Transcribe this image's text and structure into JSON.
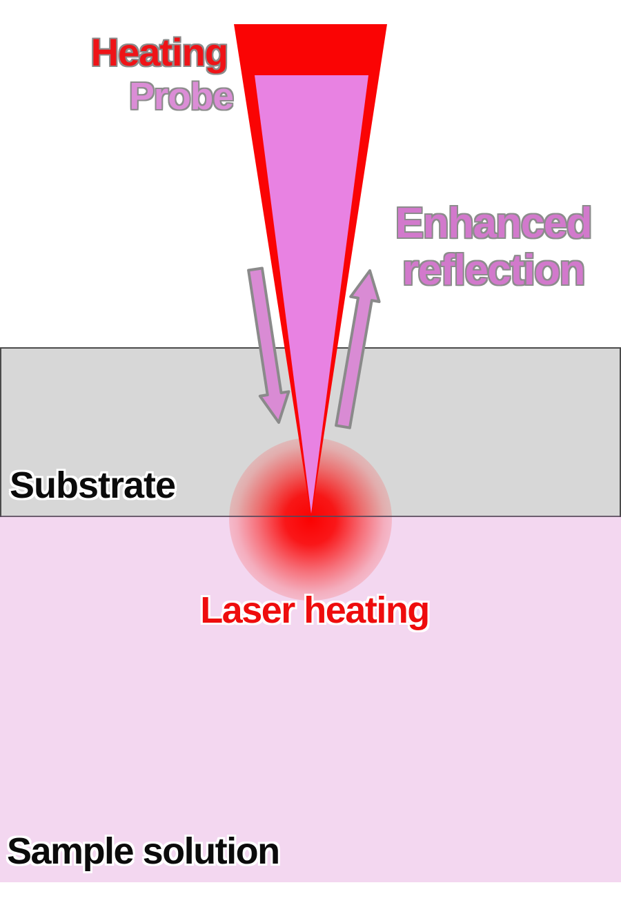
{
  "diagram": {
    "title_implicit": "Probe laser heating at a substrate / sample-solution interface",
    "labels": {
      "heating": "Heating",
      "probe": "Probe",
      "enhanced_reflection_line1": "Enhanced",
      "enhanced_reflection_line2": "reflection",
      "substrate": "Substrate",
      "laser_heating": "Laser heating",
      "sample_solution": "Sample solution"
    },
    "icons": {
      "incident_arrow": "arrow-down",
      "reflected_arrow": "arrow-up"
    },
    "colors": {
      "laser_red": "#fa0404",
      "probe_magenta": "#e882e2",
      "arrow_fill": "#d98bd4",
      "arrow_stroke": "#8a8a8a",
      "heating_text_red": "#ef1317",
      "probe_text_orchid": "#db8dd6",
      "reflection_text_orchid": "#d279cc",
      "substrate_gray": "#d7d7d7",
      "substrate_border": "#4a4a4a",
      "solution_pink": "#f3d7f0",
      "background": "#ffffff"
    }
  }
}
